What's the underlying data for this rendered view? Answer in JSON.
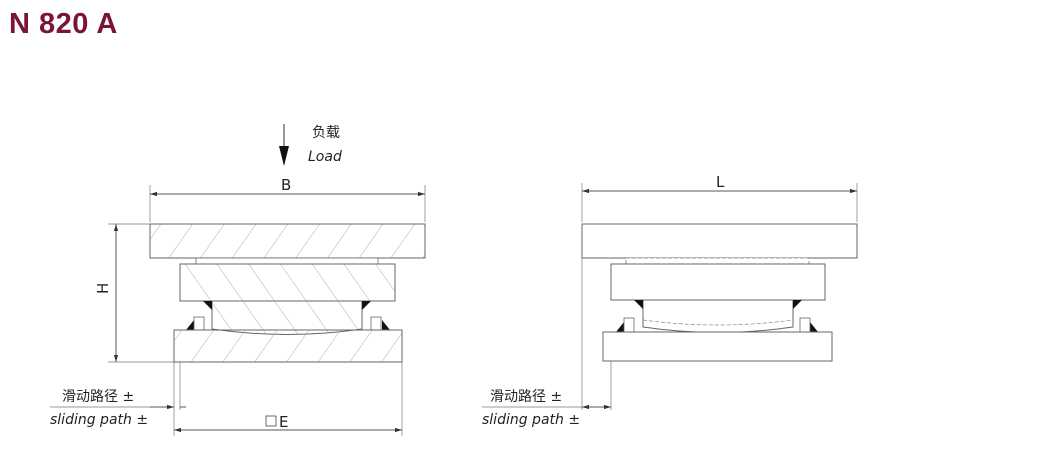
{
  "title": "N 820 A",
  "load": {
    "cn": "负载",
    "en": "Load"
  },
  "dims": {
    "B": "B",
    "H": "H",
    "E": "E",
    "L": "L"
  },
  "sliding_left": {
    "cn": "滑动路径 ±",
    "en": "sliding path ±"
  },
  "sliding_right": {
    "cn": "滑动路径 ±",
    "en": "sliding path ±"
  }
}
